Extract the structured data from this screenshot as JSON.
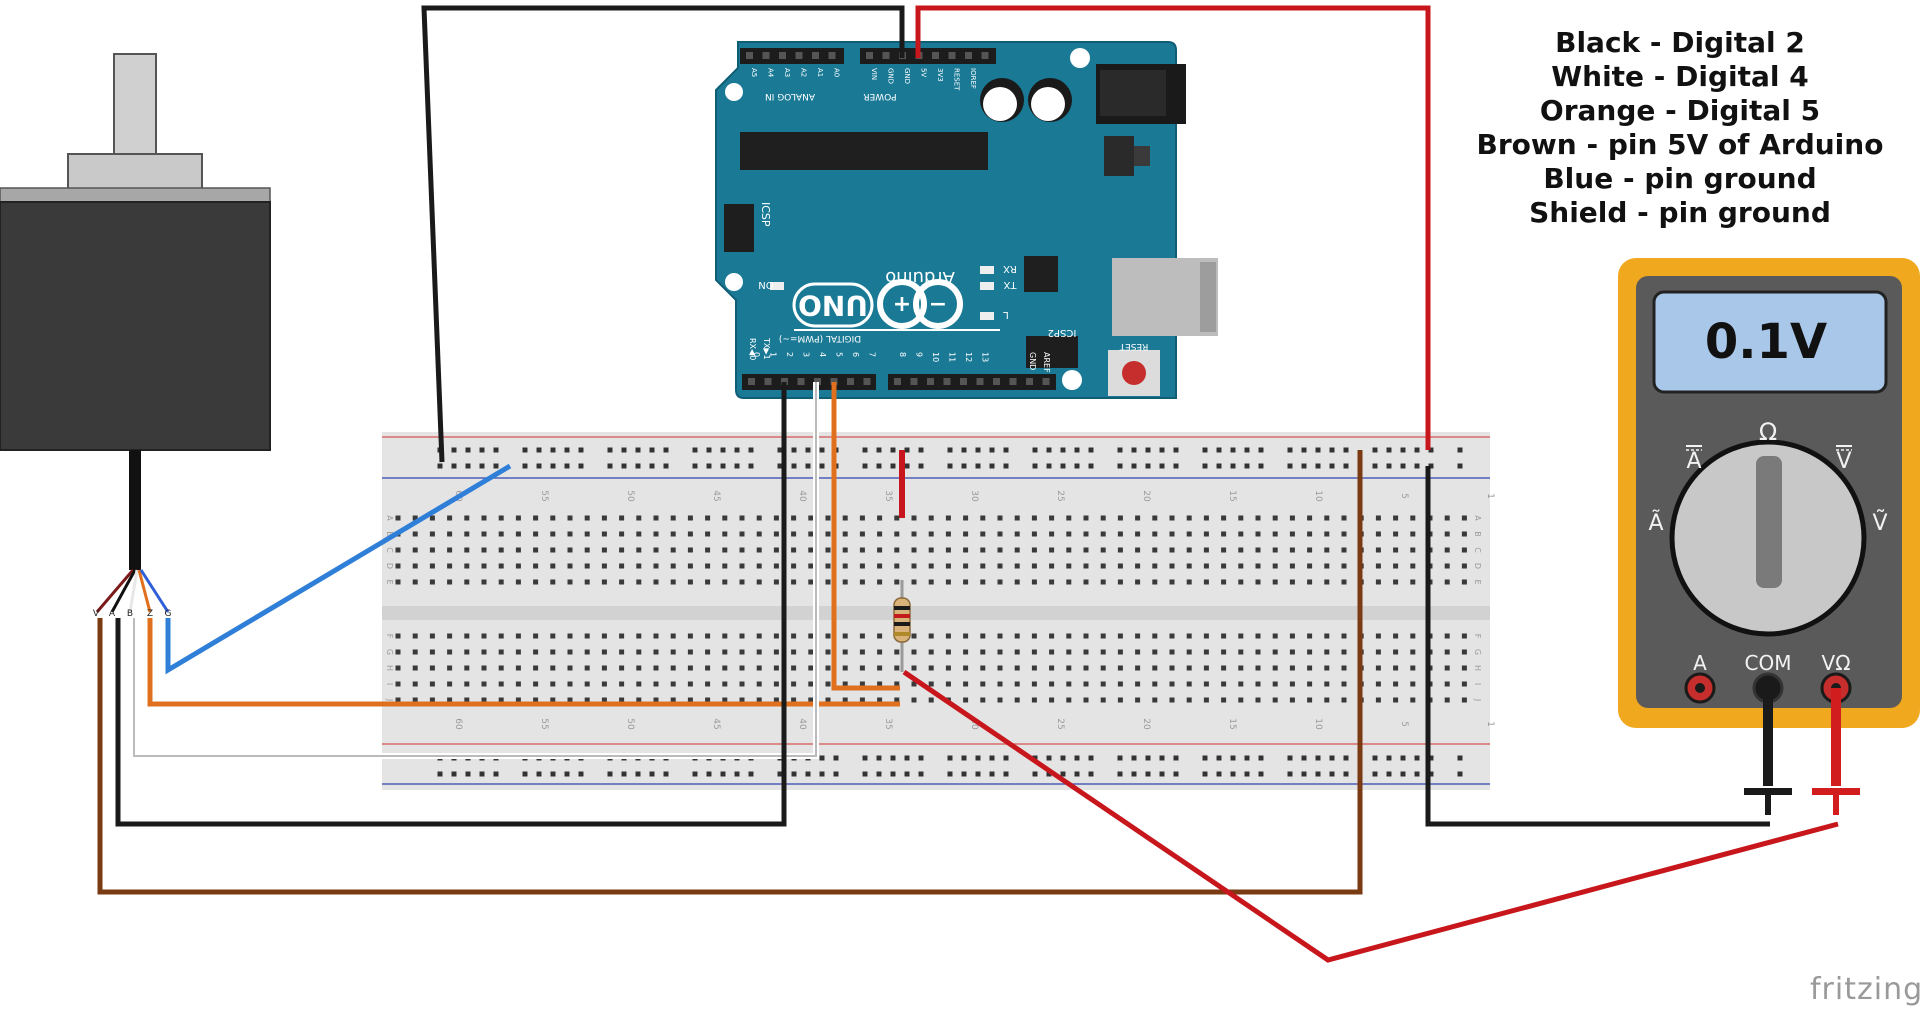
{
  "legend": [
    "Black - Digital 2",
    "White - Digital 4",
    "Orange - Digital 5",
    "Brown - pin 5V of Arduino",
    "Blue - pin ground",
    "Shield - pin ground"
  ],
  "multimeter": {
    "reading": "0.1V",
    "ohm_symbol": "Ω",
    "dc_amps": "A",
    "dc_volts": "V",
    "ac_amps": "Ã",
    "ac_volts": "Ṽ",
    "port_a": "A",
    "port_com": "COM",
    "port_vohm": "VΩ"
  },
  "arduino": {
    "brand": "Arduino",
    "model": "UNO",
    "analog_label": "ANALOG IN",
    "power_label": "POWER",
    "digital_label": "DIGITAL (PWM=~)",
    "icsp_label": "ICSP",
    "icsp2_label": "ICSP2",
    "reset_label": "RESET",
    "on_label": "ON",
    "rx_label": "RX",
    "tx_label": "TX",
    "l_label": "L",
    "txd_label": "TX▶1",
    "rxd_label": "RX◀0",
    "aref_label": "AREF",
    "gnd_label": "GND",
    "power_pins": [
      "IOREF",
      "RESET",
      "3V3",
      "5V",
      "GND",
      "GND",
      "VIN"
    ],
    "analog_pins": [
      "A0",
      "A1",
      "A2",
      "A3",
      "A4",
      "A5"
    ],
    "digital_pins": [
      "0",
      "1",
      "2",
      "3",
      "4",
      "5",
      "6",
      "7",
      "8",
      "9",
      "10",
      "11",
      "12",
      "13",
      "GND",
      "AREF"
    ]
  },
  "sensor_wires": [
    "V",
    "A",
    "B",
    "Z",
    "G"
  ],
  "breadboard": {
    "column_numbers": [
      "60",
      "55",
      "50",
      "45",
      "40",
      "35",
      "30",
      "25",
      "20",
      "15",
      "10",
      "5",
      "1"
    ],
    "row_letters": [
      "A",
      "B",
      "C",
      "D",
      "E",
      "F",
      "G",
      "H",
      "I",
      "J"
    ]
  },
  "colors": {
    "board": "#1a7a96",
    "board_dark": "#0f5e75",
    "wire_black": "#1a1a1a",
    "wire_red": "#c8171c",
    "wire_blue": "#2f7fd8",
    "wire_orange": "#e0701e",
    "wire_brown": "#7a3a12",
    "wire_white": "#e8e8e8",
    "meter_frame": "#f0a81e",
    "meter_body": "#5a5a5a",
    "meter_display": "#a9c7e8",
    "motor_body": "#3a3a3a",
    "breadboard": "#e6e6e6"
  },
  "fritzing_label": "fritzing"
}
